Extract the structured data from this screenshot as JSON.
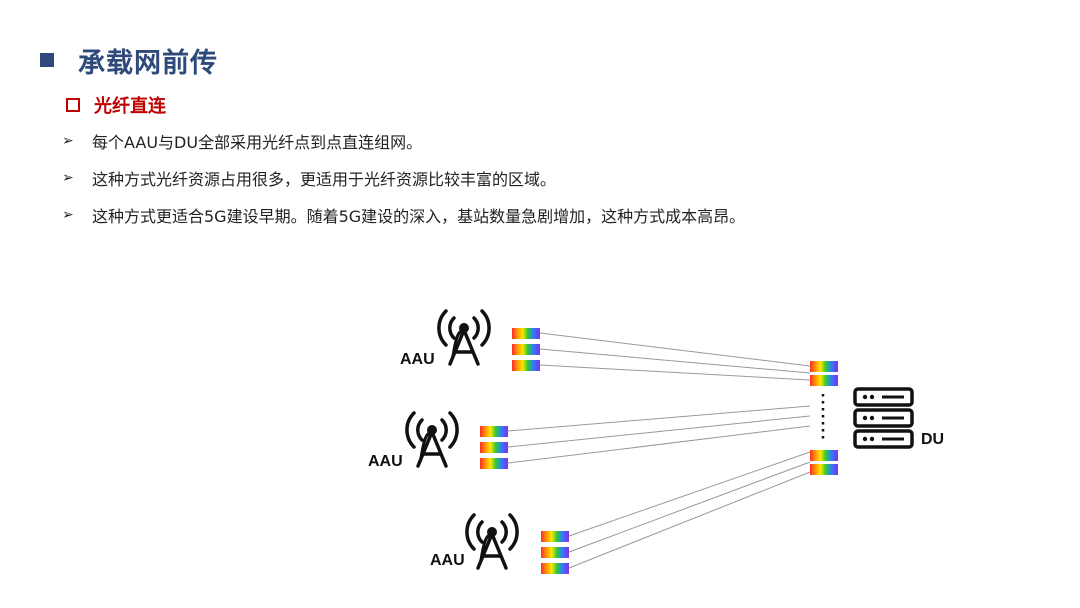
{
  "header": {
    "title": "承载网前传"
  },
  "section": {
    "title": "光纤直连"
  },
  "bullets": [
    "每个AAU与DU全部采用光纤点到点直连组网。",
    "这种方式光纤资源占用很多，更适用于光纤资源比较丰富的区域。",
    "这种方式更适合5G建设早期。随着5G建设的深入，基站数量急剧增加，这种方式成本高昂。"
  ],
  "diagram": {
    "aau_label": "AAU",
    "du_label": "DU",
    "aau_count": 3,
    "fibers_per_aau": 3,
    "icons": {
      "antenna": "cell-tower-icon",
      "server": "server-icon"
    },
    "colors": {
      "title": "#2e4a7a",
      "section": "#c00000",
      "line": "#999999"
    }
  }
}
